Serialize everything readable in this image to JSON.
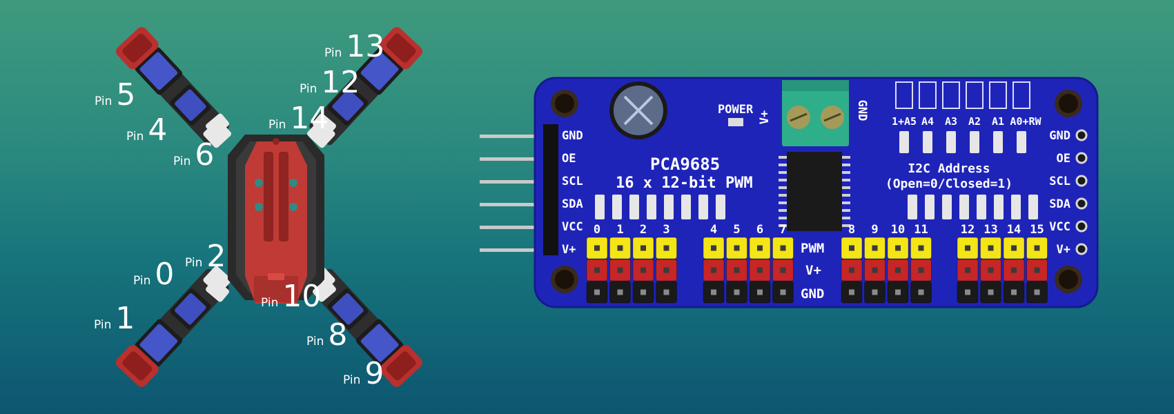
{
  "robot": {
    "pin_prefix": "Pin",
    "pins": {
      "p5": "5",
      "p4": "4",
      "p6": "6",
      "p13": "13",
      "p12": "12",
      "p14": "14",
      "p0": "0",
      "p2": "2",
      "p1": "1",
      "p10": "10",
      "p8": "8",
      "p9": "9"
    },
    "colors": {
      "chassis": "#c03a36",
      "frame": "#2b2b2b",
      "servo": "#3f4fbf",
      "foot": "#b9302e"
    }
  },
  "board": {
    "chip_name": "PCA9685",
    "subtitle": "16 x 12-bit PWM",
    "power_label": "POWER",
    "terminal_vplus": "V+",
    "terminal_gnd": "GND",
    "address_pins": [
      "1+A5",
      "A4",
      "A3",
      "A2",
      "A1",
      "A0+RW"
    ],
    "i2c_line1": "I2C Address",
    "i2c_line2": "(Open=0/Closed=1)",
    "left_pins": [
      "GND",
      "OE",
      "SCL",
      "SDA",
      "VCC",
      "V+"
    ],
    "right_pins": [
      "GND",
      "OE",
      "SCL",
      "SDA",
      "VCC",
      "V+"
    ],
    "channels": [
      "0",
      "1",
      "2",
      "3",
      "4",
      "5",
      "6",
      "7",
      "8",
      "9",
      "10",
      "11",
      "12",
      "13",
      "14",
      "15"
    ],
    "row_labels": [
      "PWM",
      "V+",
      "GND"
    ],
    "colors": {
      "pcb": "#1f24b8",
      "header_yellow": "#f4e516",
      "header_red": "#c62626",
      "header_black": "#1a1a1a",
      "terminal": "#2fae8a"
    }
  }
}
